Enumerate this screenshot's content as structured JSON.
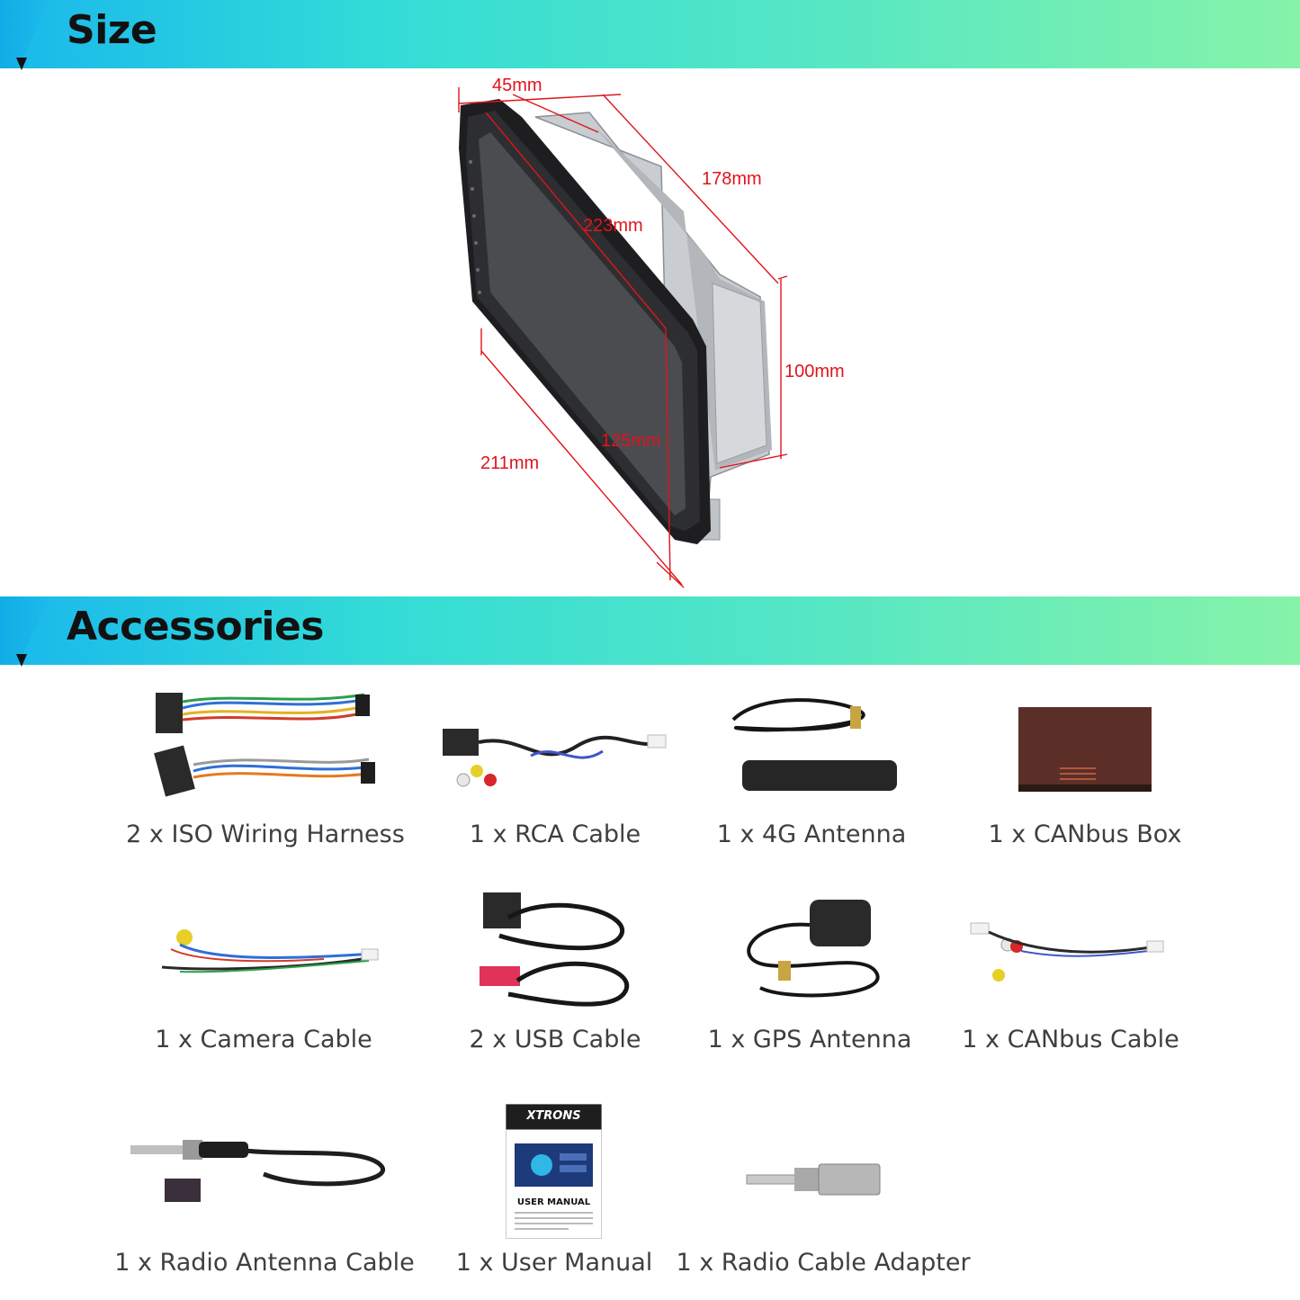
{
  "sections": {
    "size_title": "Size",
    "accessories_title": "Accessories"
  },
  "dimensions": {
    "depth_front": "45mm",
    "depth_total": "178mm",
    "diagonal": "223mm",
    "height_rear": "100mm",
    "height_front": "125mm",
    "width_front": "211mm"
  },
  "accessories": [
    {
      "label": "2 x ISO Wiring Harness",
      "icon": "iso-wiring-harness-icon"
    },
    {
      "label": "1 x RCA Cable",
      "icon": "rca-cable-icon"
    },
    {
      "label": "1 x 4G Antenna",
      "icon": "4g-antenna-icon"
    },
    {
      "label": "1 x CANbus Box",
      "icon": "canbus-box-icon"
    },
    {
      "label": "1 x Camera Cable",
      "icon": "camera-cable-icon"
    },
    {
      "label": "2 x USB Cable",
      "icon": "usb-cable-icon"
    },
    {
      "label": "1 x GPS Antenna",
      "icon": "gps-antenna-icon"
    },
    {
      "label": "1 x CANbus Cable",
      "icon": "canbus-cable-icon"
    },
    {
      "label": "1 x Radio Antenna Cable",
      "icon": "radio-antenna-cable-icon"
    },
    {
      "label": "1 x User Manual",
      "icon": "user-manual-icon"
    },
    {
      "label": "1 x Radio Cable Adapter",
      "icon": "radio-cable-adapter-icon"
    }
  ],
  "manual": {
    "brand": "XTRONS",
    "title": "USER MANUAL"
  },
  "colors": {
    "dimension_red": "#e0141c",
    "banner_start": "#19b8ec",
    "banner_end": "#86f3a8"
  }
}
